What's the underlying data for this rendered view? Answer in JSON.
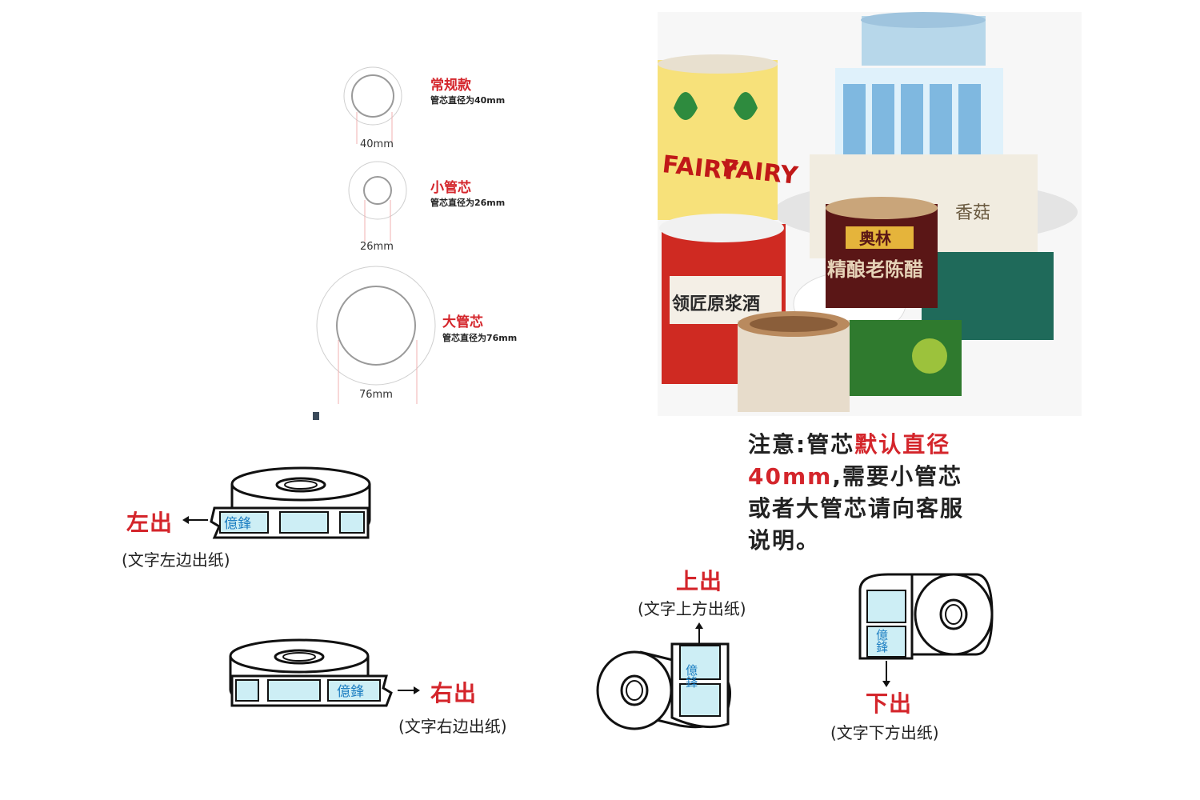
{
  "cores": [
    {
      "title": "常规款",
      "desc": "管芯直径为40mm",
      "dim": "40mm"
    },
    {
      "title": "小管芯",
      "desc": "管芯直径为26mm",
      "dim": "26mm"
    },
    {
      "title": "大管芯",
      "desc": "管芯直径为76mm",
      "dim": "76mm"
    }
  ],
  "photo": {
    "labels": [
      "FAIRY",
      "FAIRY",
      "奥林",
      "精酿老陈醋",
      "领匠原浆酒",
      "香菇"
    ]
  },
  "notice": {
    "prefix": "注意:管芯",
    "highlight1": "默认直径",
    "highlight2": "40mm",
    "rest": ",需要小管芯或者大管芯请向客服说明。"
  },
  "directions": {
    "left": {
      "label": "左出",
      "note": "(文字左边出纸)"
    },
    "right": {
      "label": "右出",
      "note": "(文字右边出纸)"
    },
    "up": {
      "label": "上出",
      "note": "(文字上方出纸)"
    },
    "down": {
      "label": "下出",
      "note": "(文字下方出纸)"
    }
  },
  "brand": "億鋒",
  "colors": {
    "accent": "#d4252b",
    "label_fill": "#cdeef5",
    "label_text": "#1e7fc2"
  }
}
